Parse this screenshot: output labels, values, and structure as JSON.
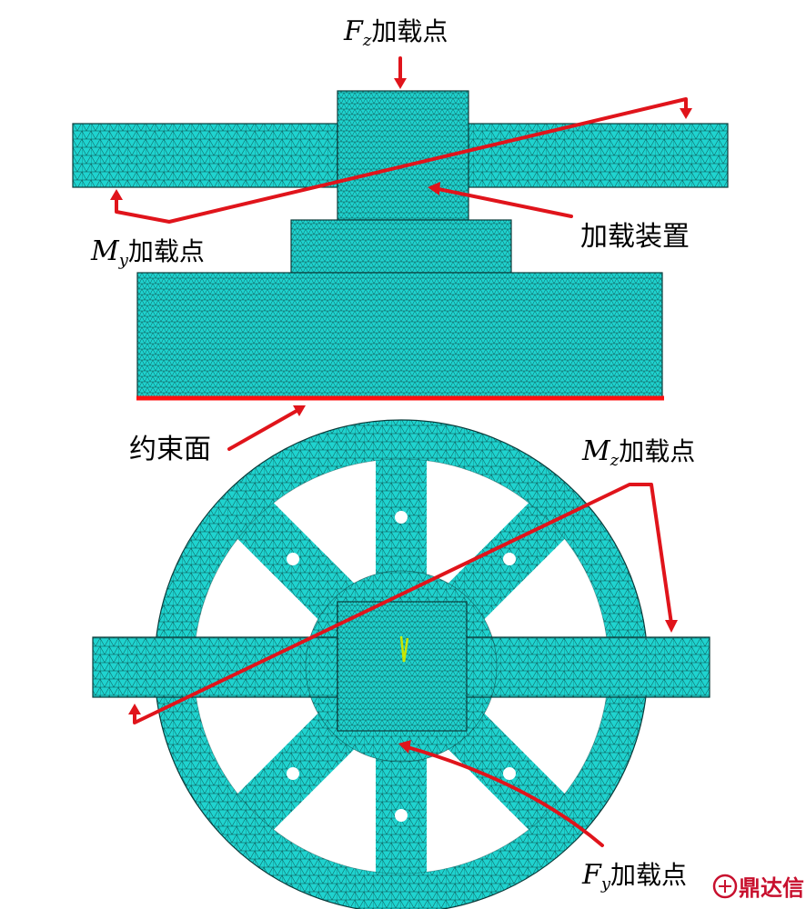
{
  "colors": {
    "mesh_fill": "#1fd3cf",
    "mesh_line": "#0b3b3a",
    "arrow_red": "#e0141b",
    "constraint_red": "#ff1010"
  },
  "labels": {
    "fz": {
      "symbol": "F",
      "sub": "z",
      "text": "加载点"
    },
    "my": {
      "symbol": "M",
      "sub": "y",
      "text": "加载点"
    },
    "mz": {
      "symbol": "M",
      "sub": "z",
      "text": "加载点"
    },
    "fy": {
      "symbol": "F",
      "sub": "y",
      "text": "加载点"
    },
    "loading_device": "加载装置",
    "constraint_face": "约束面"
  },
  "watermark": {
    "text": "鼎达信",
    "icon": "logo-icon"
  }
}
